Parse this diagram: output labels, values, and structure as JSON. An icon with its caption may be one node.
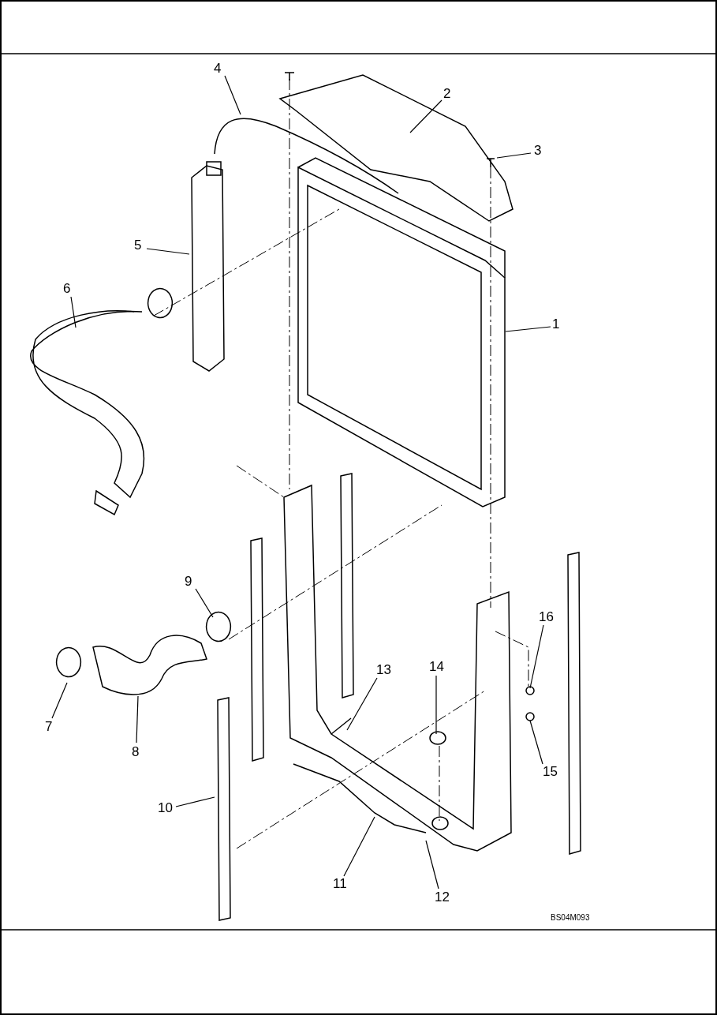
{
  "diagram": {
    "nodes": [
      {
        "text": [
          "1"
        ]
      },
      {
        "text": [
          "2"
        ]
      },
      {
        "text": [
          "3"
        ]
      },
      {
        "text": [
          "4"
        ]
      },
      {
        "text": [
          "5"
        ]
      },
      {
        "text": [
          "6"
        ]
      },
      {
        "text": [
          "7"
        ]
      },
      {
        "text": [
          "8"
        ]
      },
      {
        "text": [
          "9"
        ]
      },
      {
        "text": [
          "10"
        ]
      },
      {
        "text": [
          "11"
        ]
      },
      {
        "text": [
          "12"
        ]
      },
      {
        "text": [
          "13"
        ]
      },
      {
        "text": [
          "14"
        ]
      },
      {
        "text": [
          "15"
        ]
      },
      {
        "text": [
          "16"
        ]
      }
    ],
    "edges": [
      {
        "from": 0,
        "to": null,
        "arrow": "none"
      },
      {
        "from": 1,
        "to": null,
        "arrow": "none"
      },
      {
        "from": 2,
        "to": null,
        "arrow": "none"
      },
      {
        "from": 3,
        "to": null,
        "arrow": "none"
      },
      {
        "from": 4,
        "to": null,
        "arrow": "none"
      },
      {
        "from": 5,
        "to": null,
        "arrow": "none"
      },
      {
        "from": 6,
        "to": null,
        "arrow": "none"
      },
      {
        "from": 7,
        "to": null,
        "arrow": "none"
      },
      {
        "from": 8,
        "to": null,
        "arrow": "none"
      },
      {
        "from": 9,
        "to": null,
        "arrow": "none"
      },
      {
        "from": 10,
        "to": null,
        "arrow": "none"
      },
      {
        "from": 11,
        "to": null,
        "arrow": "none"
      },
      {
        "from": 12,
        "to": null,
        "arrow": "none"
      },
      {
        "from": 13,
        "to": null,
        "arrow": "none"
      },
      {
        "from": 14,
        "to": null,
        "arrow": "none"
      },
      {
        "from": 15,
        "to": null,
        "arrow": "none"
      }
    ],
    "labels": [
      "BS04M093"
    ]
  }
}
